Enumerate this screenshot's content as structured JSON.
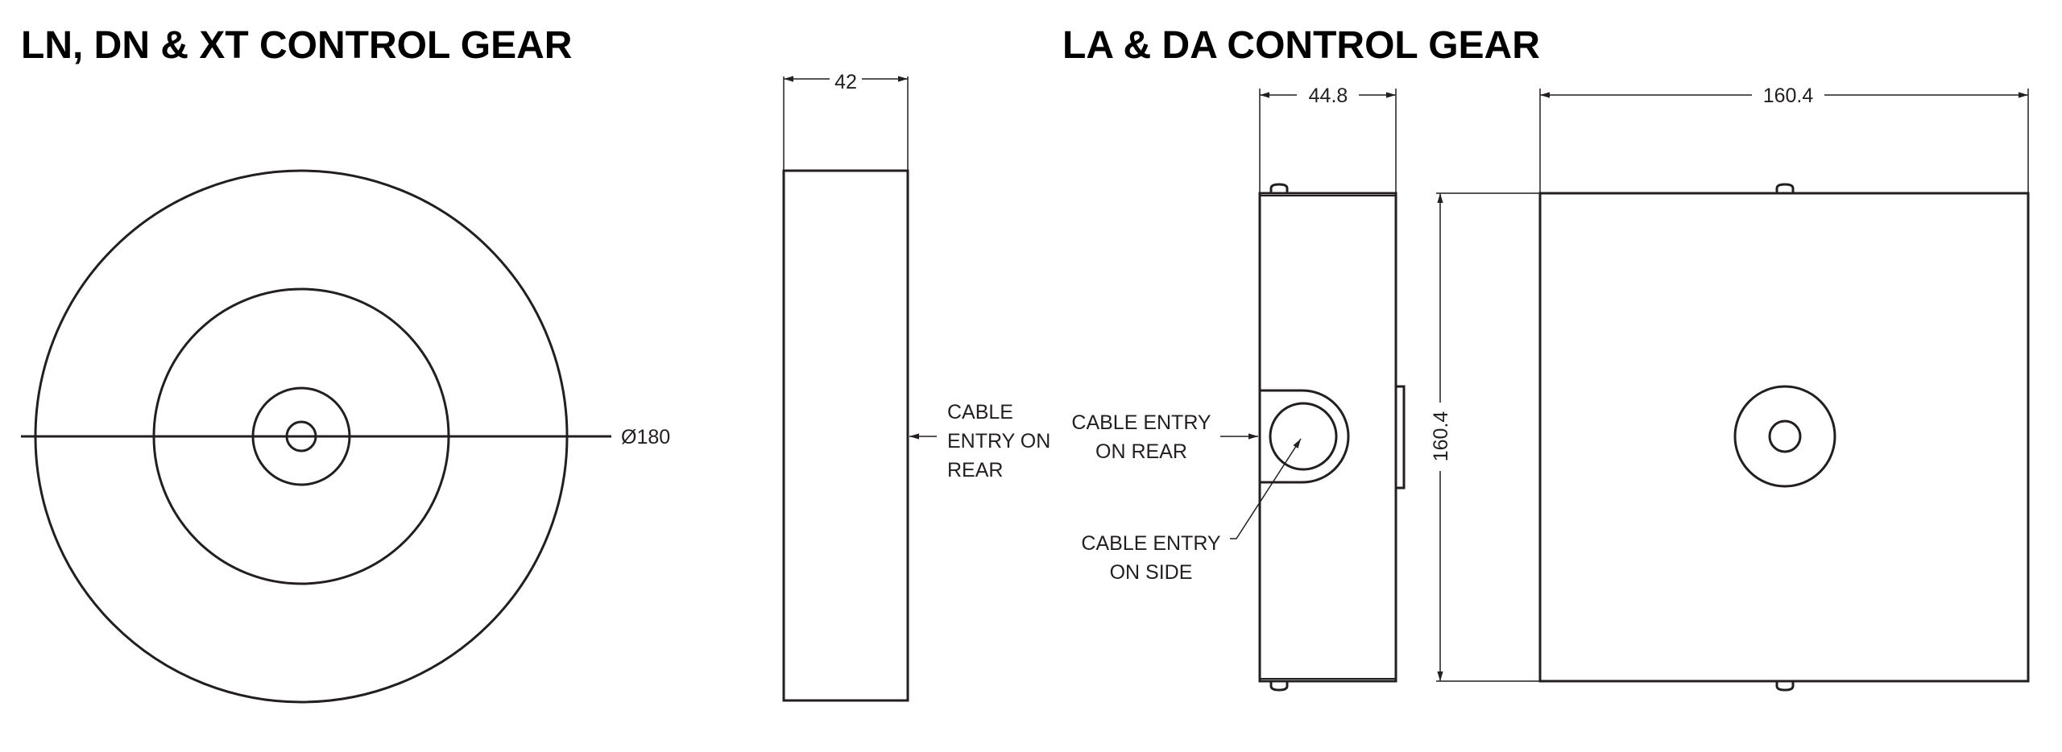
{
  "left_section": {
    "title": "LN, DN & XT CONTROL GEAR",
    "diameter_label": "Ø180",
    "depth_label": "42",
    "cable_entry_lines": [
      "CABLE",
      "ENTRY ON",
      "REAR"
    ]
  },
  "right_section": {
    "title": "LA & DA CONTROL GEAR",
    "depth_label": "44.8",
    "height_label": "160.4",
    "width_label": "160.4",
    "cable_entry_rear_lines": [
      "CABLE ENTRY",
      "ON REAR"
    ],
    "cable_entry_side_lines": [
      "CABLE ENTRY",
      "ON SIDE"
    ]
  },
  "colors": {
    "line": "#231f20",
    "background": "#ffffff"
  }
}
